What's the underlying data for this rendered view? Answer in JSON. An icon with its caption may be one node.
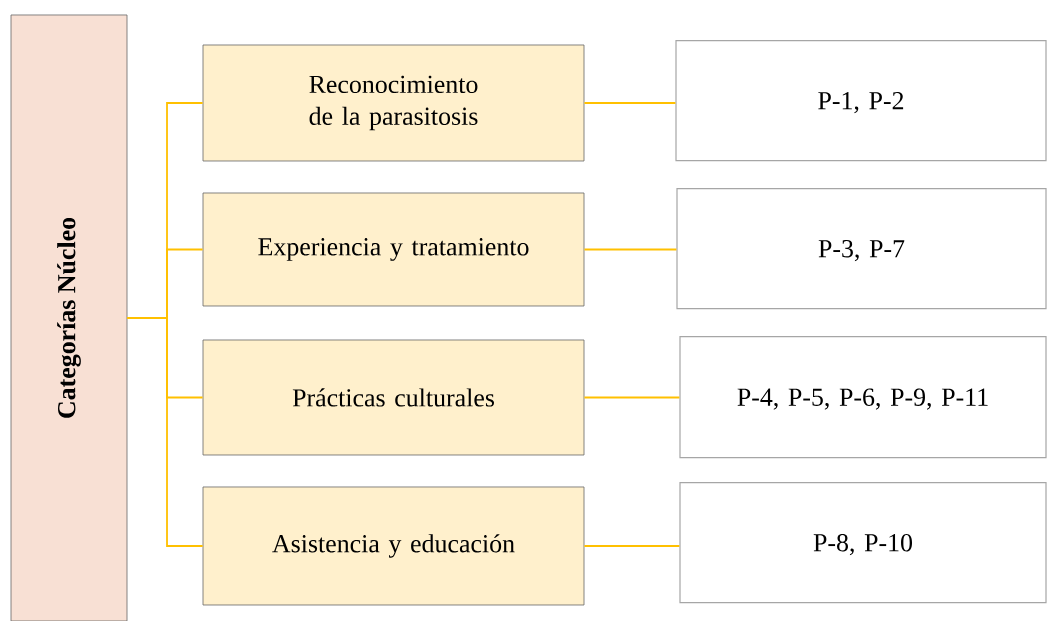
{
  "diagram": {
    "nodes": [
      {
        "text": [
          "Categorías Núcleo"
        ]
      },
      {
        "text": [
          "Reconocimiento de la parasitosis"
        ]
      },
      {
        "text": [
          "P-1, P-2"
        ]
      },
      {
        "text": [
          "Experiencia y tratamiento"
        ]
      },
      {
        "text": [
          "P-3, P-7"
        ]
      },
      {
        "text": [
          "Prácticas culturales"
        ]
      },
      {
        "text": [
          "P-4, P-5, P-6, P-9, P-11"
        ]
      },
      {
        "text": [
          "Asistencia y educación"
        ]
      },
      {
        "text": [
          "P-8, P-10"
        ]
      }
    ],
    "edges": [
      {
        "from": 0,
        "to": 1,
        "arrow": "none"
      },
      {
        "from": 0,
        "to": 3,
        "arrow": "none"
      },
      {
        "from": 0,
        "to": 5,
        "arrow": "none"
      },
      {
        "from": 0,
        "to": 7,
        "arrow": "none"
      },
      {
        "from": 1,
        "to": 2,
        "arrow": "none"
      },
      {
        "from": 3,
        "to": 4,
        "arrow": "none"
      },
      {
        "from": 5,
        "to": 6,
        "arrow": "none"
      },
      {
        "from": 7,
        "to": 8,
        "arrow": "none"
      }
    ]
  }
}
